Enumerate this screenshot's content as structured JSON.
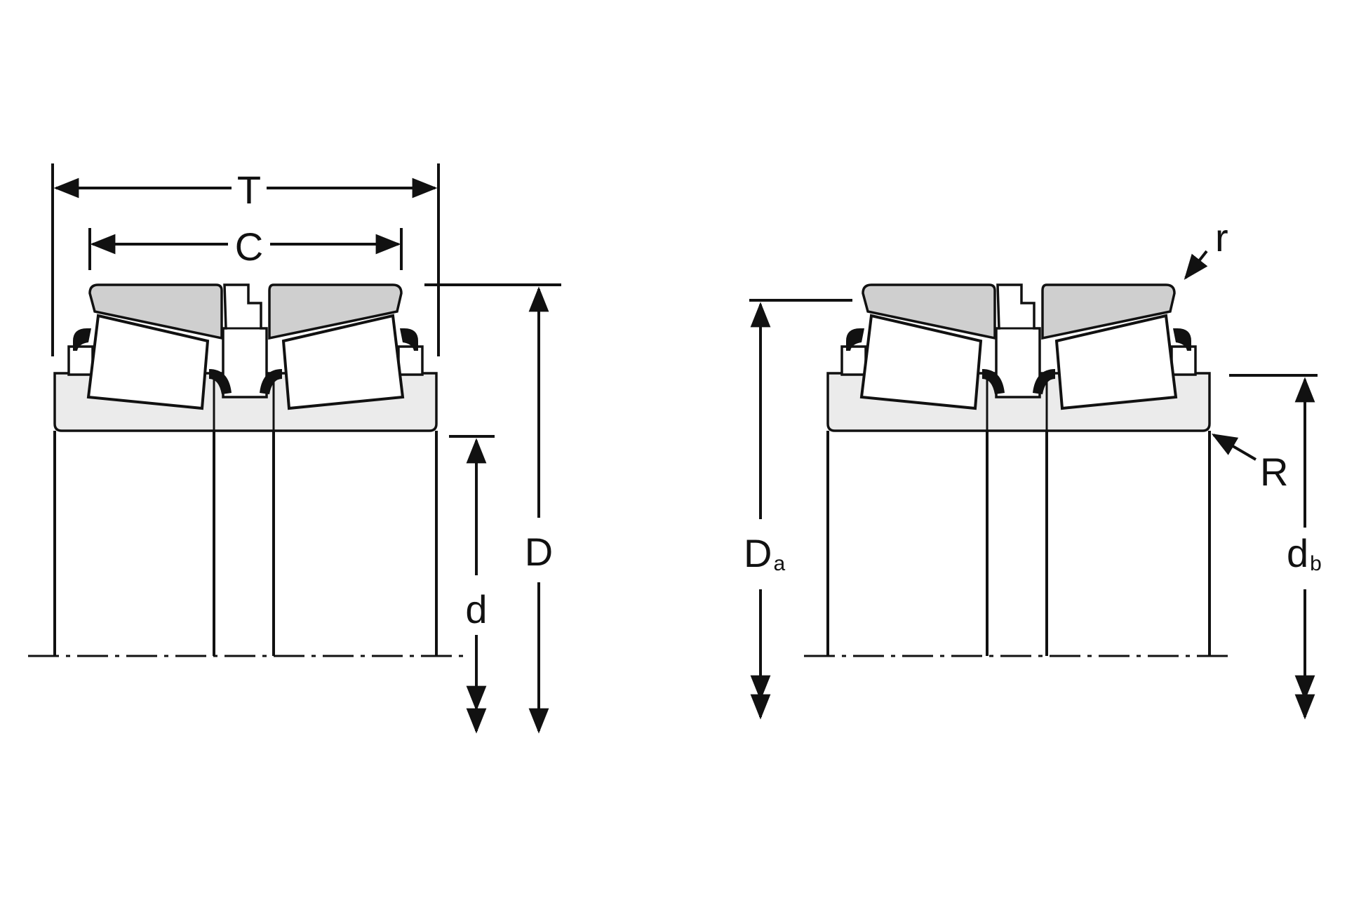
{
  "labels": {
    "T": "T",
    "C": "C",
    "D": "D",
    "d": "d",
    "Da_main": "D",
    "Da_sub": "a",
    "db_main": "d",
    "db_sub": "b",
    "r": "r",
    "R": "R"
  },
  "colors": {
    "line": "#111111",
    "cup_fill": "#cfcfcf",
    "cone_fill": "#ebebeb",
    "background": "#ffffff"
  }
}
